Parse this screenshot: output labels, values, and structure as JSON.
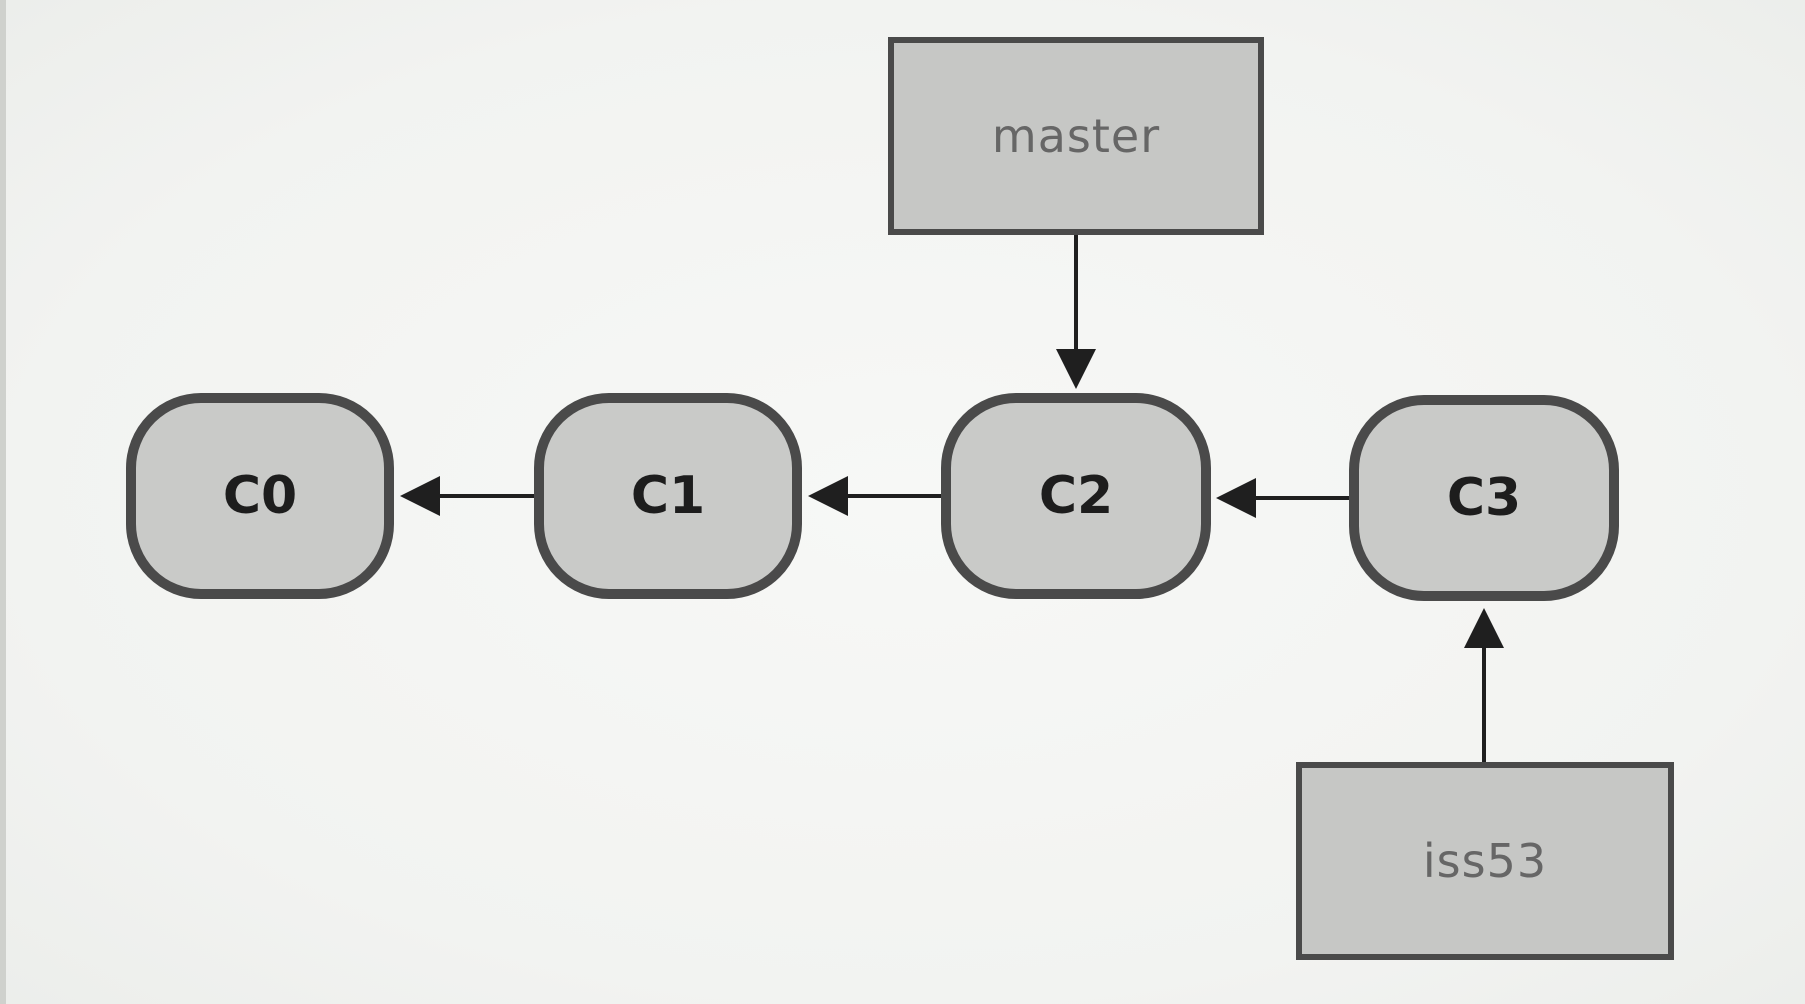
{
  "commits": [
    {
      "id": "c0",
      "label": "C0"
    },
    {
      "id": "c1",
      "label": "C1"
    },
    {
      "id": "c2",
      "label": "C2"
    },
    {
      "id": "c3",
      "label": "C3"
    }
  ],
  "branches": [
    {
      "id": "master",
      "label": "master",
      "points_to": "C2"
    },
    {
      "id": "iss53",
      "label": "iss53",
      "points_to": "C3"
    }
  ],
  "edges": [
    {
      "from": "C1",
      "to": "C0"
    },
    {
      "from": "C2",
      "to": "C1"
    },
    {
      "from": "C3",
      "to": "C2"
    }
  ],
  "colors": {
    "node_fill": "#c9cac8",
    "node_stroke": "#4a4a4a",
    "branch_fill": "#c6c7c5",
    "arrow": "#1f1f1f"
  }
}
